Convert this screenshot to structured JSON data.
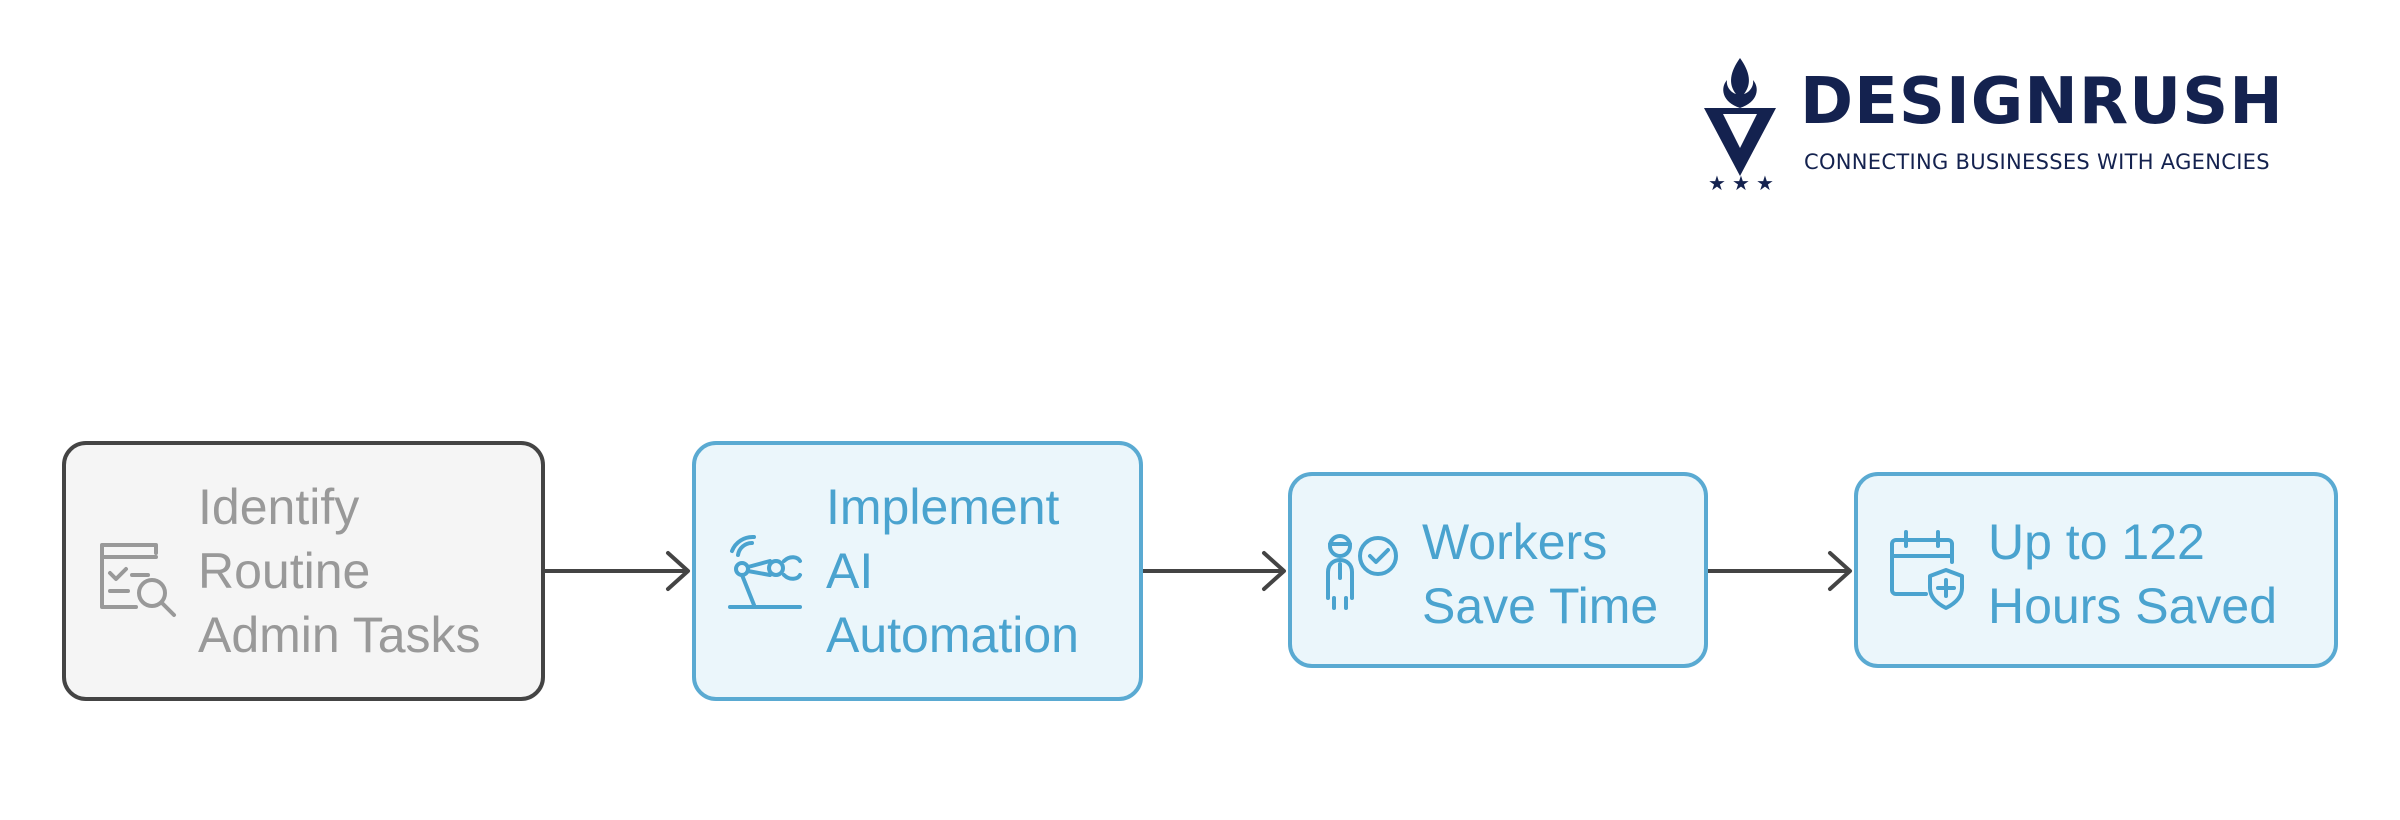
{
  "logo": {
    "name": "DESIGNRUSH",
    "tagline": "CONNECTING BUSINESSES WITH AGENCIES"
  },
  "colors": {
    "accent": "#4aa3cf",
    "accent_border": "#5aaad2",
    "accent_fill": "#ebf6fb",
    "muted_text": "#999999",
    "muted_border": "#444444",
    "muted_fill": "#f5f5f5",
    "brand_navy": "#14224f"
  },
  "flow": {
    "steps": [
      {
        "label": "Identify\nRoutine\nAdmin Tasks",
        "icon": "checklist-magnifier-icon"
      },
      {
        "label": "Implement\nAI\nAutomation",
        "icon": "robot-arm-icon"
      },
      {
        "label": "Workers\nSave Time",
        "icon": "worker-check-icon"
      },
      {
        "label": "Up to 122\nHours Saved",
        "icon": "calendar-shield-icon"
      }
    ]
  }
}
